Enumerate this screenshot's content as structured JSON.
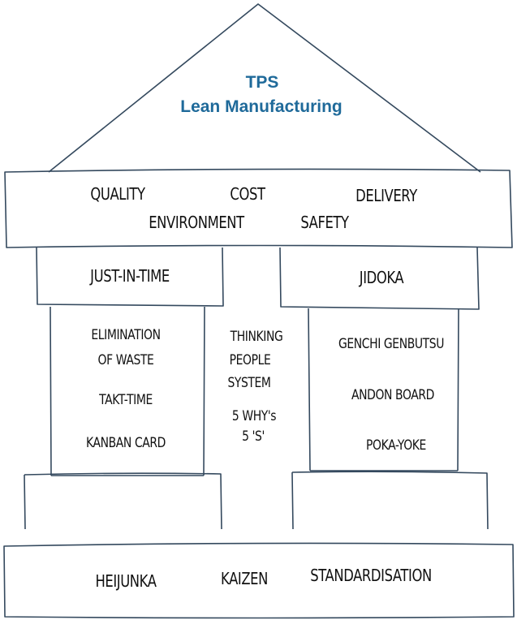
{
  "roof": {
    "title_line1": "TPS",
    "title_line2": "Lean Manufacturing",
    "title_color": "#1f6a9a"
  },
  "goals": {
    "quality": "QUALITY",
    "cost": "COST",
    "delivery": "DELIVERY",
    "environment": "ENVIRONMENT",
    "safety": "SAFETY"
  },
  "pillars": {
    "left": {
      "header": "JUST-IN-TIME",
      "items": [
        "ELIMINATION",
        "OF WASTE",
        "TAKT-TIME",
        "KANBAN CARD"
      ]
    },
    "right": {
      "header": "JIDOKA",
      "items": [
        "GENCHI GENBUTSU",
        "ANDON BOARD",
        "POKA-YOKE"
      ]
    }
  },
  "center": {
    "lines": [
      "THINKING",
      "PEOPLE",
      "SYSTEM"
    ],
    "tools": [
      "5 WHY's",
      "5 'S'"
    ]
  },
  "foundation": {
    "items": [
      "HEIJUNKA",
      "KAIZEN",
      "STANDARDISATION"
    ]
  },
  "colors": {
    "stroke": "#34495e"
  }
}
